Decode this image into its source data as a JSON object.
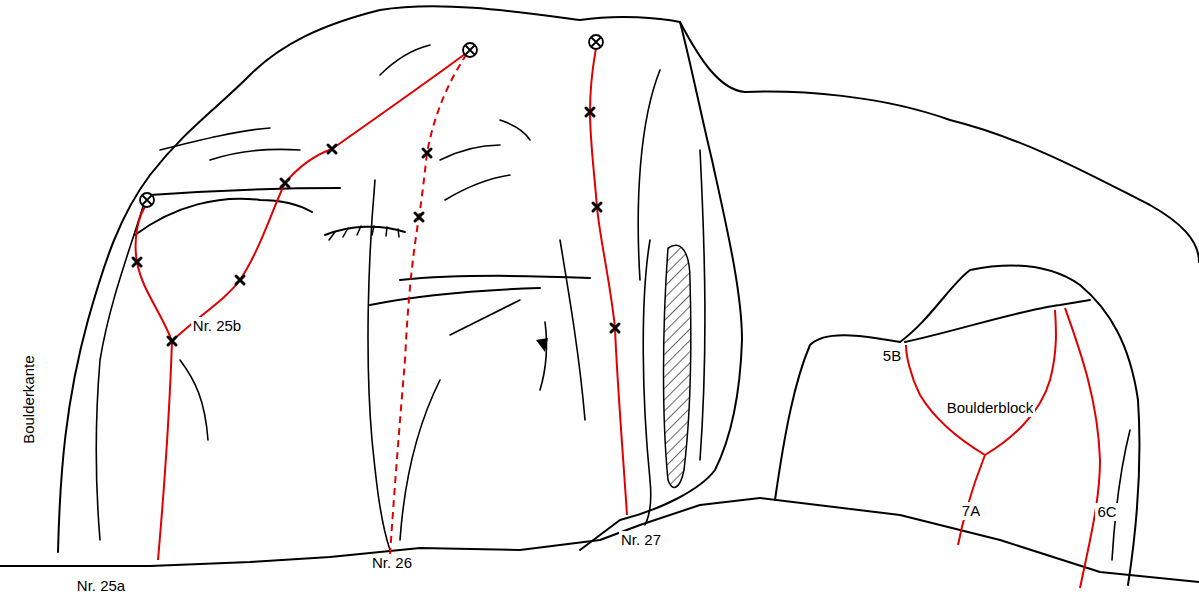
{
  "diagram": {
    "labels": [
      "Boulderkante",
      "Nr. 25a",
      "Nr. 25b",
      "Nr. 26",
      "Nr. 27",
      "5B",
      "Boulderblock",
      "7A",
      "6C"
    ]
  }
}
